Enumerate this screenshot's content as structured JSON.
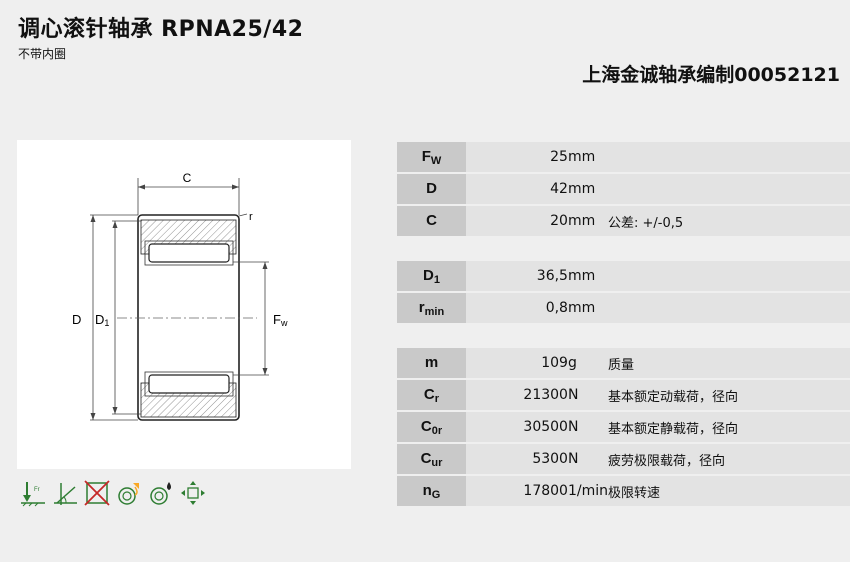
{
  "header": {
    "title": "调心滚针轴承 RPNA25/42",
    "subtitle": "不带内圈",
    "maker": "上海金诚轴承编制00052121"
  },
  "drawing": {
    "labels": {
      "c": "C",
      "r": "r",
      "d": "D",
      "d1_main": "D",
      "d1_sub": "1",
      "fw_main": "F",
      "fw_sub": "w"
    }
  },
  "icons": [
    "loose-bearing-icon",
    "angular-adjustment-icon",
    "no-axial-load-icon",
    "grease-lubrication-icon",
    "oil-lubrication-icon",
    "self-aligning-icon"
  ],
  "specs": {
    "group1": [
      {
        "sym": "F",
        "sub": "W",
        "value": "25",
        "unit": "mm",
        "desc": ""
      },
      {
        "sym": "D",
        "sub": "",
        "value": "42",
        "unit": "mm",
        "desc": ""
      },
      {
        "sym": "C",
        "sub": "",
        "value": "20",
        "unit": "mm",
        "desc": "公差: +/-0,5"
      }
    ],
    "group2": [
      {
        "sym": "D",
        "sub": "1",
        "value": "36,5",
        "unit": "mm",
        "desc": ""
      },
      {
        "sym": "r",
        "sub": "min",
        "value": "0,8",
        "unit": "mm",
        "desc": ""
      }
    ],
    "group3": [
      {
        "sym": "m",
        "sub": "",
        "value": "109",
        "unit": "g",
        "desc": "质量"
      },
      {
        "sym": "C",
        "sub": "r",
        "value": "21300",
        "unit": "N",
        "desc": "基本额定动载荷，径向"
      },
      {
        "sym": "C",
        "sub": "0r",
        "value": "30500",
        "unit": "N",
        "desc": "基本额定静载荷，径向"
      },
      {
        "sym": "C",
        "sub": "ur",
        "value": "5300",
        "unit": "N",
        "desc": "疲劳极限载荷，径向"
      },
      {
        "sym": "n",
        "sub": "G",
        "value": "17800",
        "unit": "1/min",
        "desc": "极限转速"
      }
    ]
  }
}
